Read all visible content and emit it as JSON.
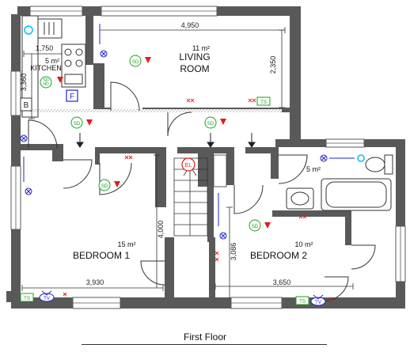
{
  "plan": {
    "caption": "First Floor",
    "rooms": {
      "living": {
        "name_line1": "LIVING",
        "name_line2": "ROOM",
        "area": "11 m²"
      },
      "kitchen": {
        "name": "KITCHEN",
        "area": "5 m²"
      },
      "bedroom1": {
        "name": "BEDROOM 1",
        "area": "15 m²"
      },
      "bedroom2": {
        "name": "BEDROOM 2",
        "area": "10 m²"
      },
      "bathroom": {
        "area": "5 m²"
      }
    },
    "dimensions": {
      "living_width": "4,950",
      "living_depth": "2,350",
      "kitchen_width": "1,750",
      "kitchen_depth": "3,360",
      "bedroom1_width": "3,930",
      "bedroom1_depth": "4,000",
      "bedroom2_width": "3,650",
      "bedroom2_depth": "3,086"
    },
    "symbols": {
      "boiler": "B",
      "fuse": "F",
      "smoke_detector": "SD",
      "smoke_co_detector_top": "SD",
      "smoke_co_detector_bottom": "HD",
      "electric_meter": "EL",
      "tv_socket": "TV",
      "telephone_socket": "TS"
    },
    "colors": {
      "wall": "#595959",
      "detector": "#1aa31a",
      "alarm": "#e31b1b",
      "light": "#2222cc",
      "water": "#00bfff"
    }
  }
}
